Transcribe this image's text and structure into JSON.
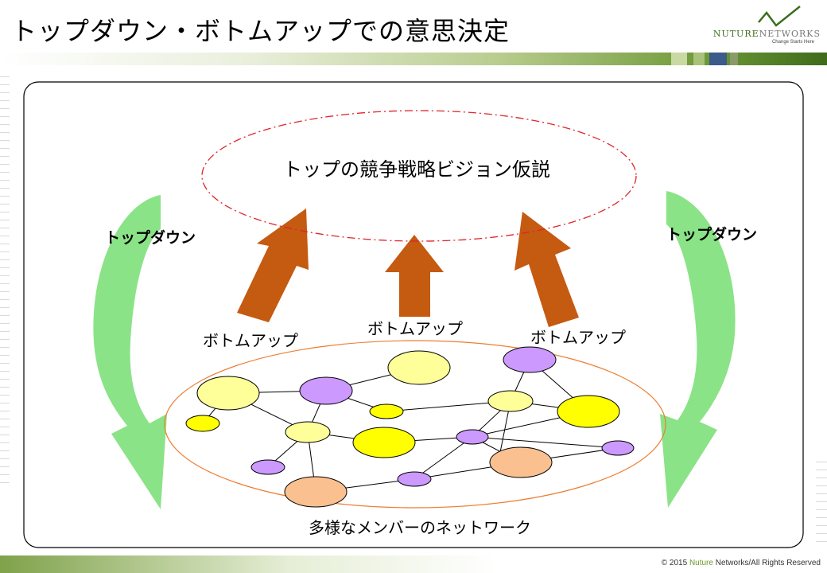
{
  "page": {
    "title": "トップダウン・ボトムアップでの意思決定"
  },
  "logo": {
    "word_part1": "NUTURE",
    "word_part2": "NETWORKS",
    "tagline": "Change Starts Here"
  },
  "diagram": {
    "vision_label": "トップの競争戦略ビジョン仮説",
    "topdown_left_label": "トップダウン",
    "topdown_right_label": "トップダウン",
    "bottomup_left_label": "ボトムアップ",
    "bottomup_center_label": "ボトムアップ",
    "bottomup_right_label": "ボトムアップ",
    "network_label": "多様なメンバーのネットワーク"
  },
  "footer": {
    "copyright_prefix": "© 2015 ",
    "copyright_brand": "Nuture",
    "copyright_suffix": " Networks/All Rights Reserved"
  },
  "colors": {
    "vision_outline": "#e0242a",
    "arrow_fill": "#c55a11",
    "topdown_green": "#7ee07a",
    "network_outline": "#ed7d31",
    "node_yellow_light": "#ffff99",
    "node_yellow": "#ffff00",
    "node_purple": "#cc99ff",
    "node_peach": "#fac090"
  }
}
